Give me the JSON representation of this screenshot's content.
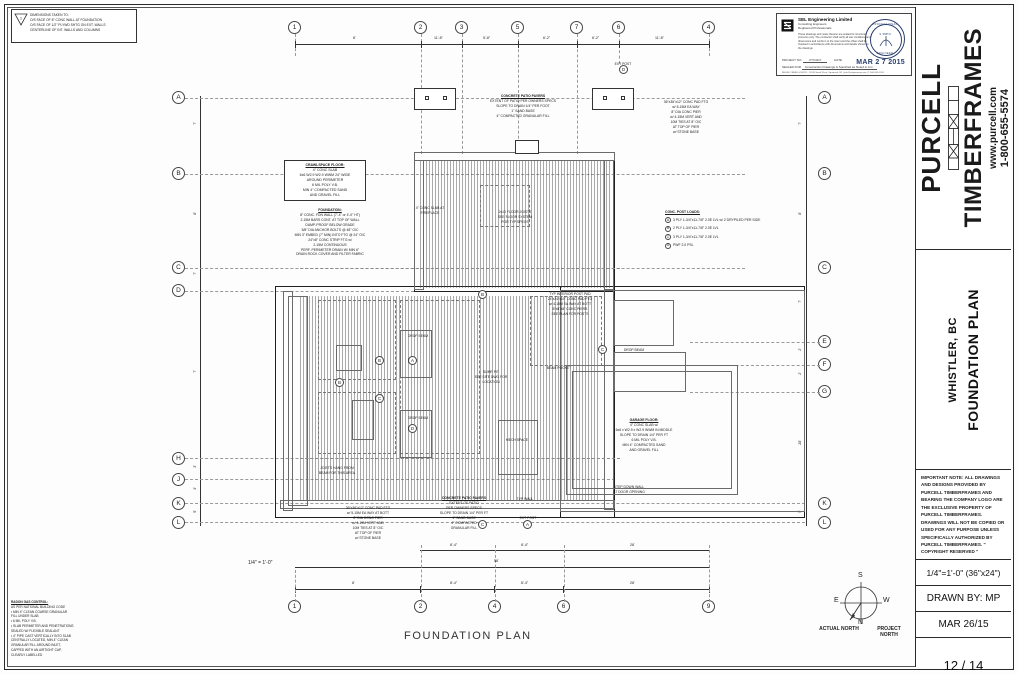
{
  "sheet": {
    "plan_title": "FOUNDATION PLAN",
    "scale_note": "1/4\"=1'-0\" (36\"x24\")",
    "drawn_by": "DRAWN BY: MP",
    "date": "MAR 26/15",
    "page": "12 / 14",
    "project_location": "WHISTLER, BC",
    "sheet_name": "FOUNDATION PLAN",
    "scale_bar": "1/4\" = 1'-0\""
  },
  "logo": {
    "company_top": "PURCELL",
    "company_bottom": "TIMBERFRAMES",
    "phone": "1-800-655-5574",
    "website": "www.purcell.com"
  },
  "copyright": {
    "text": "IMPORTANT NOTE: ALL DRAWINGS AND DESIGNS PROVIDED BY PURCELL TIMBERFRAMES AND BEARING THE COMPANY LOGO ARE THE EXCLUSIVE PROPERTY OF PURCELL TIMBERFRAMES. DRAWINGS WILL NOT BE COPIED OR USED FOR ANY PURPOSE UNLESS SPECIFICALLY AUTHORIZED BY PURCELL TIMBERFRAMES. \" COPYRIGHT RESERVED \""
  },
  "stamp": {
    "company": "SEL Engineering Limited",
    "sub1": "Consulting Engineers",
    "sub2": "Registered Professionals",
    "body": "These drawings and notes thereon are sealed for structural concerns only. The contractor shall verify all site conditions and dimensions and conform to the intent and the offset shall be checked in accordance with dimensions and details shown on the drawings.",
    "project_label": "PROJECT NO.",
    "project_no": "CTX4117",
    "date_label": "DATE",
    "date": "MAR 2 7 2015",
    "sealed_label": "SEALED FOR",
    "sealed_for": "Construction Drawings & Specified as Noted in A.C.",
    "footer": "RELIEF CREEK & MONT - 12345 Smith Place, Squamish, BC | info@selgineering.com | T 604-555-1234",
    "seal_top": "PROFESSIONAL",
    "seal_mid": "S. SMITH",
    "seal_bottom": "ENGINEER"
  },
  "dim_note": {
    "title": "DIMENSIONS TAKEN TO:",
    "line1": "O/S FACE OF 8\" CONC WALL AT FOUNDATION",
    "line2": "O/S FACE OF 1/2\" PLYWD SHTG ON EXT. WALLS",
    "line3": "CENTERLINE OF INT. WALLS AND COLUMNS"
  },
  "radon_note": {
    "title": "RADON GAS CONTROL:",
    "lines": [
      "AS PER NATIONAL BUILDING CODE",
      "• MIN 4\" CLEAN COARSE GRANULAR",
      "  FILL UNDER SLAB",
      "• 6 MIL POLY V.B.",
      "",
      "• SLAB PERIMETER AND PENETRATIONS",
      "  SEALED W/ FLEXIBLE SEALANT",
      "• 4\" PIPE CAST VERTICALLY INTO SLAB",
      "  CENTRALLY LOCATED, MIN 4\" CLEAN",
      "  GRANULAR FILL AROUND INLET,",
      "  CAPPED WITH AN AIRTIGHT CAP,",
      "  CLEARLY LABELLED"
    ]
  },
  "notes": {
    "crawlspace_floor": {
      "title": "CRAWLSPACE FLOOR:",
      "lines": [
        "4\" CONC SLAB",
        "6x6 W2.9 W2.9 WWM 24\" WIDE",
        "AROUND PERIMETER",
        "6 MIL POLY V.B.",
        "MIN 4\" COMPACTED SAND",
        "AND GRAVEL FILL"
      ]
    },
    "foundation": {
      "title": "FOUNDATION:",
      "lines": [
        "8\" CONC. FDN WALL (7'-4\" or 4'-0\" HT)",
        "2-15M BARS CONT. AT TOP OF WALL",
        "DAMP-PROOF BELOW GRADE",
        "5/8\" DIA ANCHOR BOLTS @ 48\" O/C",
        "5/8\" DIA ANCHOR BOLTS @ 48\" O/C",
        "MIN 3\" EMBED (7\" MIN) INTO FTG @ 24\" O/C",
        "24\"x8\" CONC STRIP FTG w/",
        "2-15M CONTINUOUS",
        "PERF. PERIMETER DRAIN W/ MIN 6\"",
        "DRAIN ROCK COVER AND FILTER FABRIC"
      ]
    },
    "garage_floor": {
      "title": "GARAGE FLOOR:",
      "lines": [
        "4\" CONC SLAB w/",
        "6x6 x W2.9 x W2.9 WWM IN MIDDLE",
        "SLOPE TO DRAIN 1/4\" PER FT",
        "6 MIL POLY V.B.",
        "MIN 4\" COMPACTED SAND",
        "AND GRAVEL FILL"
      ]
    },
    "patio_top": {
      "title": "CONCRETE PATIO PAVERS",
      "lines": [
        "EXTENT OF PATIO PER OWNERS SPECS",
        "SLOPE TO DRAIN 1/4\" PER FOOT",
        "1\" SAND BASE",
        "4\" COMPACTED GRANULAR FILL"
      ]
    },
    "patio_bottom": {
      "title": "CONCRETE PATIO PAVERS",
      "lines": [
        "EXTENT OF PATIO",
        "PER OWNERS SPECS",
        "SLOPE TO DRAIN 1/4\" PER FT",
        "1\" SAND BASE",
        "4\" COMPACTED",
        "GRANULAR FILL"
      ]
    },
    "interior_post": {
      "lines": [
        "TYP INTERIOR POST PAD",
        "24\"x24\"x10\" CONC PAD FTG",
        "w/ 4-15M EA WAY AT BOTT",
        "8\"x8\"x8\" CONC PIERS",
        "SEE PLAN FOR POSTS"
      ]
    },
    "corner_pad_tr": {
      "lines": [
        "36\"x36\"x12\" CONC PAD FTG",
        "w/ 5-15M EA WAY",
        "8\" DIA CONC PIER",
        "w/ 4-15M VERT AND",
        "10M TIES AT 8\" O/C",
        "AT TOP OF PIER",
        "w/ STONE BASE"
      ]
    },
    "corner_pad_bl": {
      "lines": [
        "36\"x36\"x12\" CONC PAD FTG",
        "w/ 5-15M EA WAY AT BOTT",
        "8\" DIA CONC PIER",
        "w/ 4-15M VERT AND",
        "10M TIES AT 8\" O/C",
        "AT TOP OF PIER",
        "w/ STONE BASE"
      ]
    },
    "drain_note": {
      "lines": [
        "8\" CONC FDN WALL (7'-4\" HT)",
        "2-15M BARS CONT. AT TOP OF WALL",
        "DAMP-PROOF BELOW GRADE",
        "STEP WALL AS REQUIRED",
        "5/8\" DIA ANCHOR BOLTS @ 48\" O/C",
        "MIN 3\" EMBED (7\" MIN) INTO FTG",
        "24\"x8\" CONC STRIP FTG w/",
        "2-15M CONTINUOUS",
        "PERF. PERIMETER DRAIN W/ MIN 6\"",
        "DRAIN ROCK COVER AND FILTER FABRIC"
      ]
    },
    "joist_note": {
      "lines": [
        "2x10 FLOOR JOISTS",
        "SEE FLOOR SYSTEM",
        "FOR TYP SPECS"
      ]
    },
    "fireplace_note": {
      "lines": [
        "4\" CONC SLAB AT",
        "FIREPLACE"
      ]
    },
    "beam_pocket": {
      "lines": [
        "BEAM POCKET"
      ]
    },
    "sump_note": {
      "lines": [
        "SUMP PIT",
        "SEE SITE DWG FOR",
        "LOCATION"
      ]
    },
    "stepdown_note": {
      "lines": [
        "STEP DOWN WALL",
        "AT DOOR OPENING"
      ]
    },
    "keep_note": {
      "lines": [
        "JOISTS HANG FROM",
        "BEAM FOR THIS AREA"
      ]
    },
    "ext_post": "EXT POST",
    "crawl_space": "CRAWL SPACE",
    "mech_space": "MECH SPACE",
    "drop_beam": "DROP BEAM",
    "typ_wall": "TYP WALL"
  },
  "load_legend": {
    "header": "CONC. POST LOADS:",
    "rows": [
      {
        "mark": "A",
        "text": "3 PLY 1-3/4\"x11-7/8\" 2.0E LVL w/ 2 DRYPILED PER SIDE"
      },
      {
        "mark": "B",
        "text": "2 PLY 1-3/4\"x11-7/8\" 2.0E LVL"
      },
      {
        "mark": "C",
        "text": "3 PLY 1-3/4\"x11-7/8\" 2.0E LVL"
      },
      {
        "mark": "D",
        "text": "PWF 2.0 PSL"
      }
    ]
  },
  "grids": {
    "top": [
      "1",
      "2",
      "3",
      "5",
      "7",
      "6",
      "4"
    ],
    "bottom": [
      "1",
      "2",
      "4",
      "6",
      "9"
    ],
    "left": [
      "A",
      "B",
      "C",
      "D",
      "H",
      "J",
      "K",
      "L"
    ],
    "right": [
      "A",
      "B",
      "C",
      "E",
      "F",
      "G",
      "K",
      "L"
    ]
  },
  "dimensions": {
    "top_row": [
      "8'",
      "11'-8\"",
      "5'-8\"",
      "6'-2\"",
      "6'-2\"",
      "11'-8\"",
      "8'"
    ],
    "bottom_row": [
      "8'",
      "8'-4\"",
      "8'-4\"",
      "28'"
    ],
    "bottom_overall": "58'",
    "left_col": [
      "7'",
      "8'",
      "7'",
      "7'",
      "26'",
      "3'",
      "3'",
      "5'",
      "5'"
    ],
    "right_col": [
      "7'",
      "8'",
      "7'",
      "2'",
      "2'",
      "2'",
      "2'",
      "28'",
      "5'"
    ],
    "inner_top": [
      "4'-6\"",
      "13'",
      "4'-6\"",
      "12'",
      "4'-0\"",
      "4'-0\""
    ],
    "inner_row2": [
      "11'-8\"",
      "13'-8\"",
      "11'-8\""
    ],
    "misc": [
      "24'",
      "12'",
      "28'",
      "10'",
      "16'"
    ]
  },
  "compass": {
    "n": "N",
    "s": "S",
    "e": "E",
    "w": "W",
    "actual": "ACTUAL NORTH",
    "project": "PROJECT NORTH"
  }
}
